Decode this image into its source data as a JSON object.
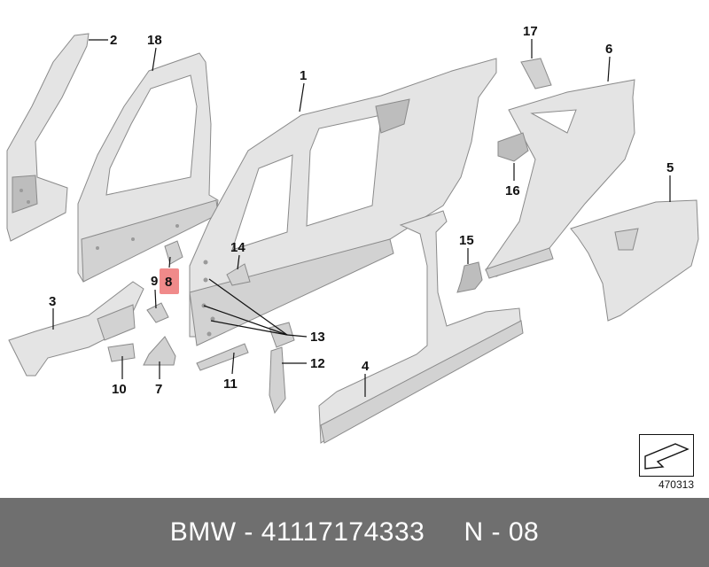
{
  "callouts": {
    "c1": "1",
    "c2": "2",
    "c3": "3",
    "c4": "4",
    "c5": "5",
    "c6": "6",
    "c7": "7",
    "c8": "8",
    "c9": "9",
    "c10": "10",
    "c11": "11",
    "c12": "12",
    "c13": "13",
    "c14": "14",
    "c15": "15",
    "c16": "16",
    "c17": "17",
    "c18": "18"
  },
  "highlight_color": "#f08a8a",
  "reference_number": "470313",
  "footer": {
    "text": "BMW - 41117174333     N - 08"
  }
}
